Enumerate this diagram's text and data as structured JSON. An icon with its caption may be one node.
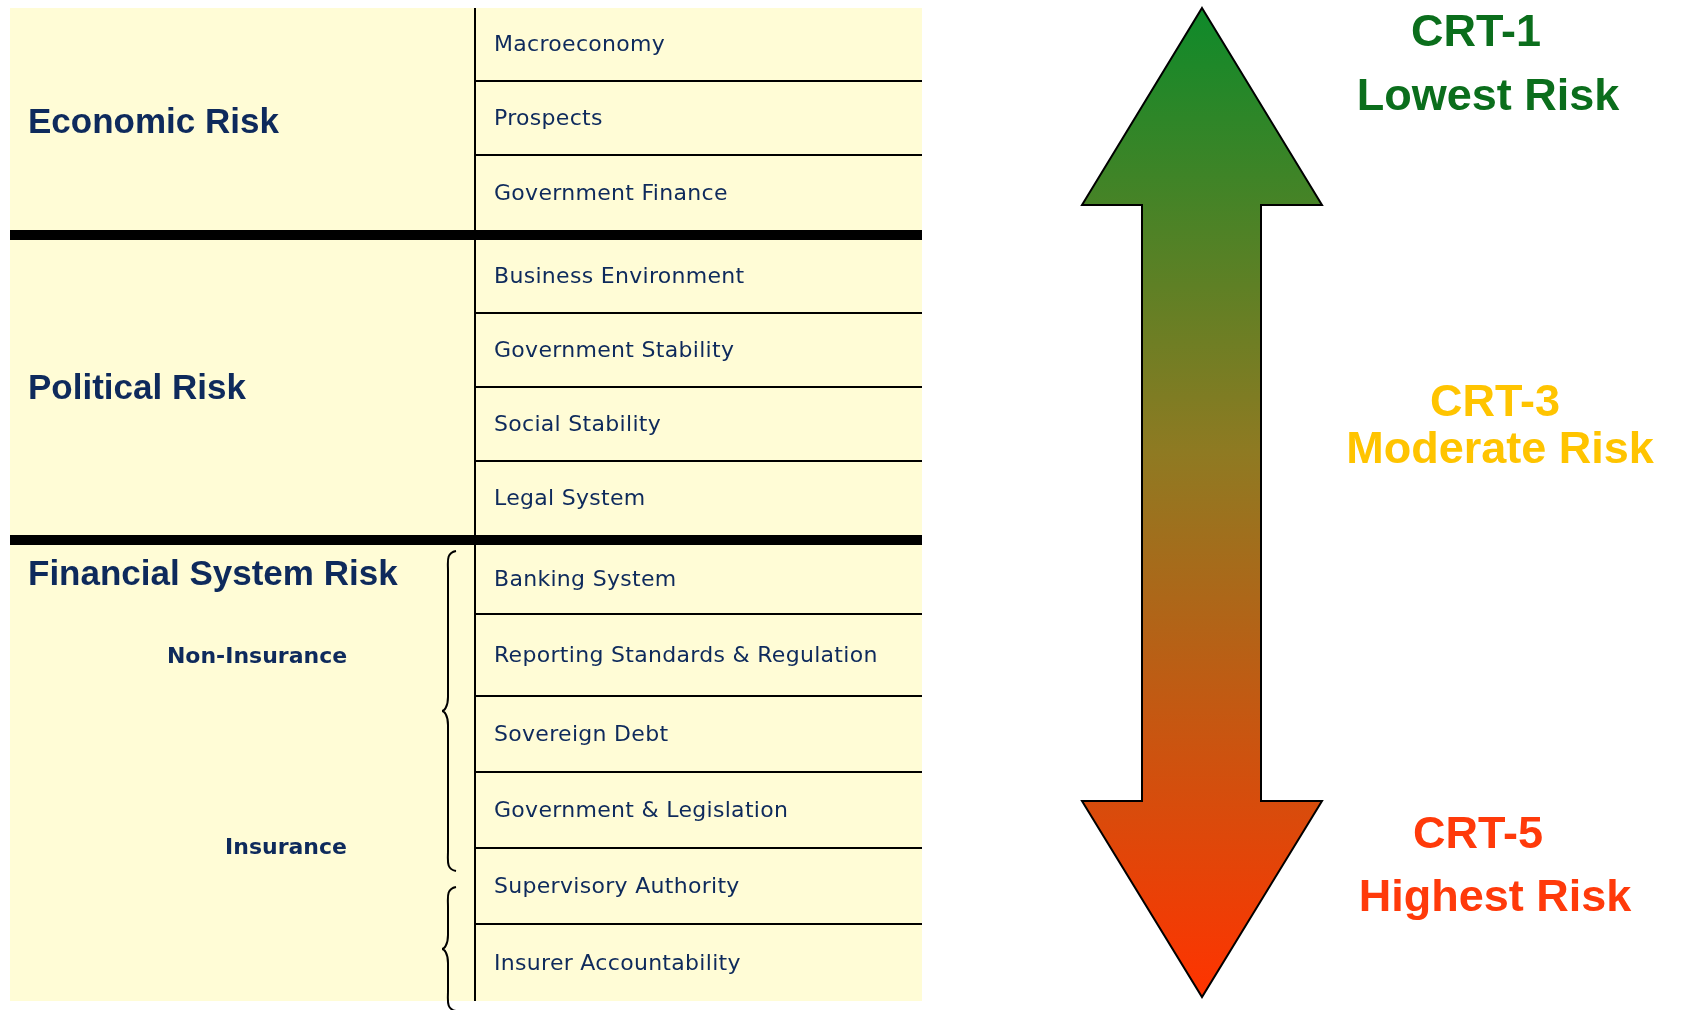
{
  "diagram": {
    "nodes": [
      {
        "text": [
          "Economic Risk"
        ]
      },
      {
        "text": [
          "Macroeconomy"
        ],
        "in": 0
      },
      {
        "text": [
          "Prospects"
        ],
        "in": 0
      },
      {
        "text": [
          "Government Finance"
        ],
        "in": 0
      },
      {
        "text": [
          "Political Risk"
        ]
      },
      {
        "text": [
          "Business Environment"
        ],
        "in": 4
      },
      {
        "text": [
          "Government Stability"
        ],
        "in": 4
      },
      {
        "text": [
          "Social Stability"
        ],
        "in": 4
      },
      {
        "text": [
          "Legal System"
        ],
        "in": 4
      },
      {
        "text": [
          "Financial System Risk",
          "Non-Insurance",
          "Insurance"
        ]
      },
      {
        "text": [
          "Banking System"
        ],
        "in": 9
      },
      {
        "text": [
          "Reporting Standards & Regulation"
        ],
        "in": 9
      },
      {
        "text": [
          "Sovereign Debt"
        ],
        "in": 9
      },
      {
        "text": [
          "Government & Legislation"
        ],
        "in": 9
      },
      {
        "text": [
          "Supervisory Authority"
        ],
        "in": 9
      },
      {
        "text": [
          "Insurer Accountability"
        ],
        "in": 9
      }
    ],
    "labels": [
      "CRT-1",
      "Lowest Risk",
      "CRT-3",
      "Moderate Risk",
      "CRT-5",
      "Highest Risk"
    ]
  }
}
